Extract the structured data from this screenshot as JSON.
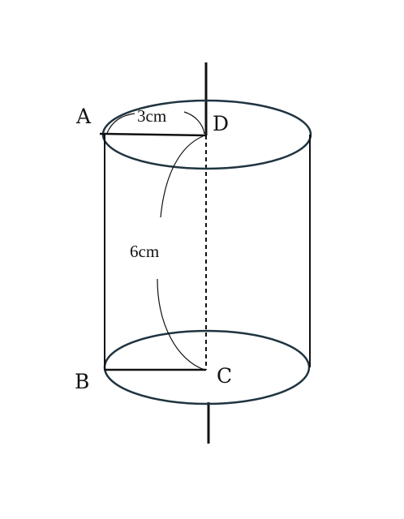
{
  "points": {
    "A": "A",
    "B": "B",
    "C": "C",
    "D": "D"
  },
  "dimensions": {
    "radius": "3cm",
    "height": "6cm"
  },
  "colors": {
    "ellipse_stroke": "#1f3440",
    "line": "#111111"
  }
}
